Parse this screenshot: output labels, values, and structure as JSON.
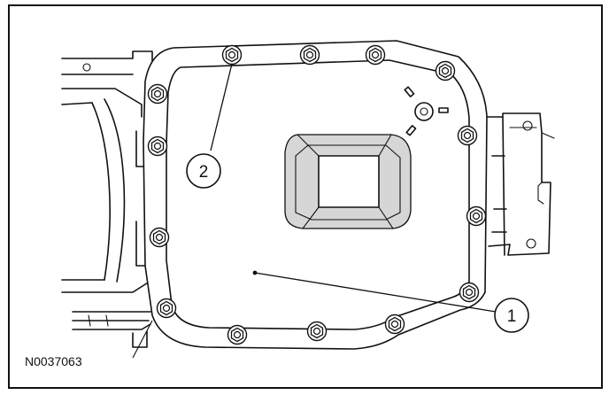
{
  "callouts": {
    "oil_pan": "1",
    "bolt": "2"
  },
  "reference_code": "N0037063",
  "colors": {
    "line": "#111111",
    "background": "#ffffff",
    "shade": "#d6d6d6"
  }
}
